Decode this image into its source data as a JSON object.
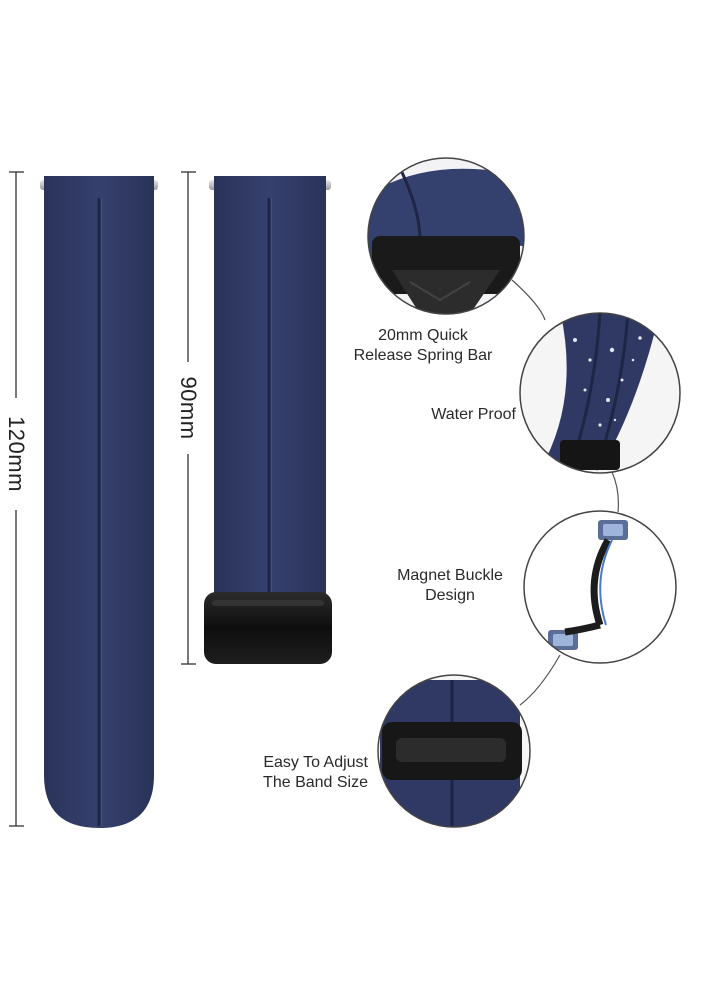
{
  "dimensions": {
    "length_full": "120mm",
    "length_short": "90mm"
  },
  "features": {
    "spring_bar": {
      "line1": "20mm Quick",
      "line2": "Release Spring Bar"
    },
    "water_proof": {
      "line1": "Water Proof"
    },
    "magnet_buckle": {
      "line1": "Magnet Buckle",
      "line2": "Design"
    },
    "adjust_size": {
      "line1": "Easy To Adjust",
      "line2": "The Band Size"
    }
  },
  "colors": {
    "band": "#2f3963",
    "band_shadow": "#232b4d",
    "buckle": "#111111",
    "dimension_line": "#333333"
  }
}
